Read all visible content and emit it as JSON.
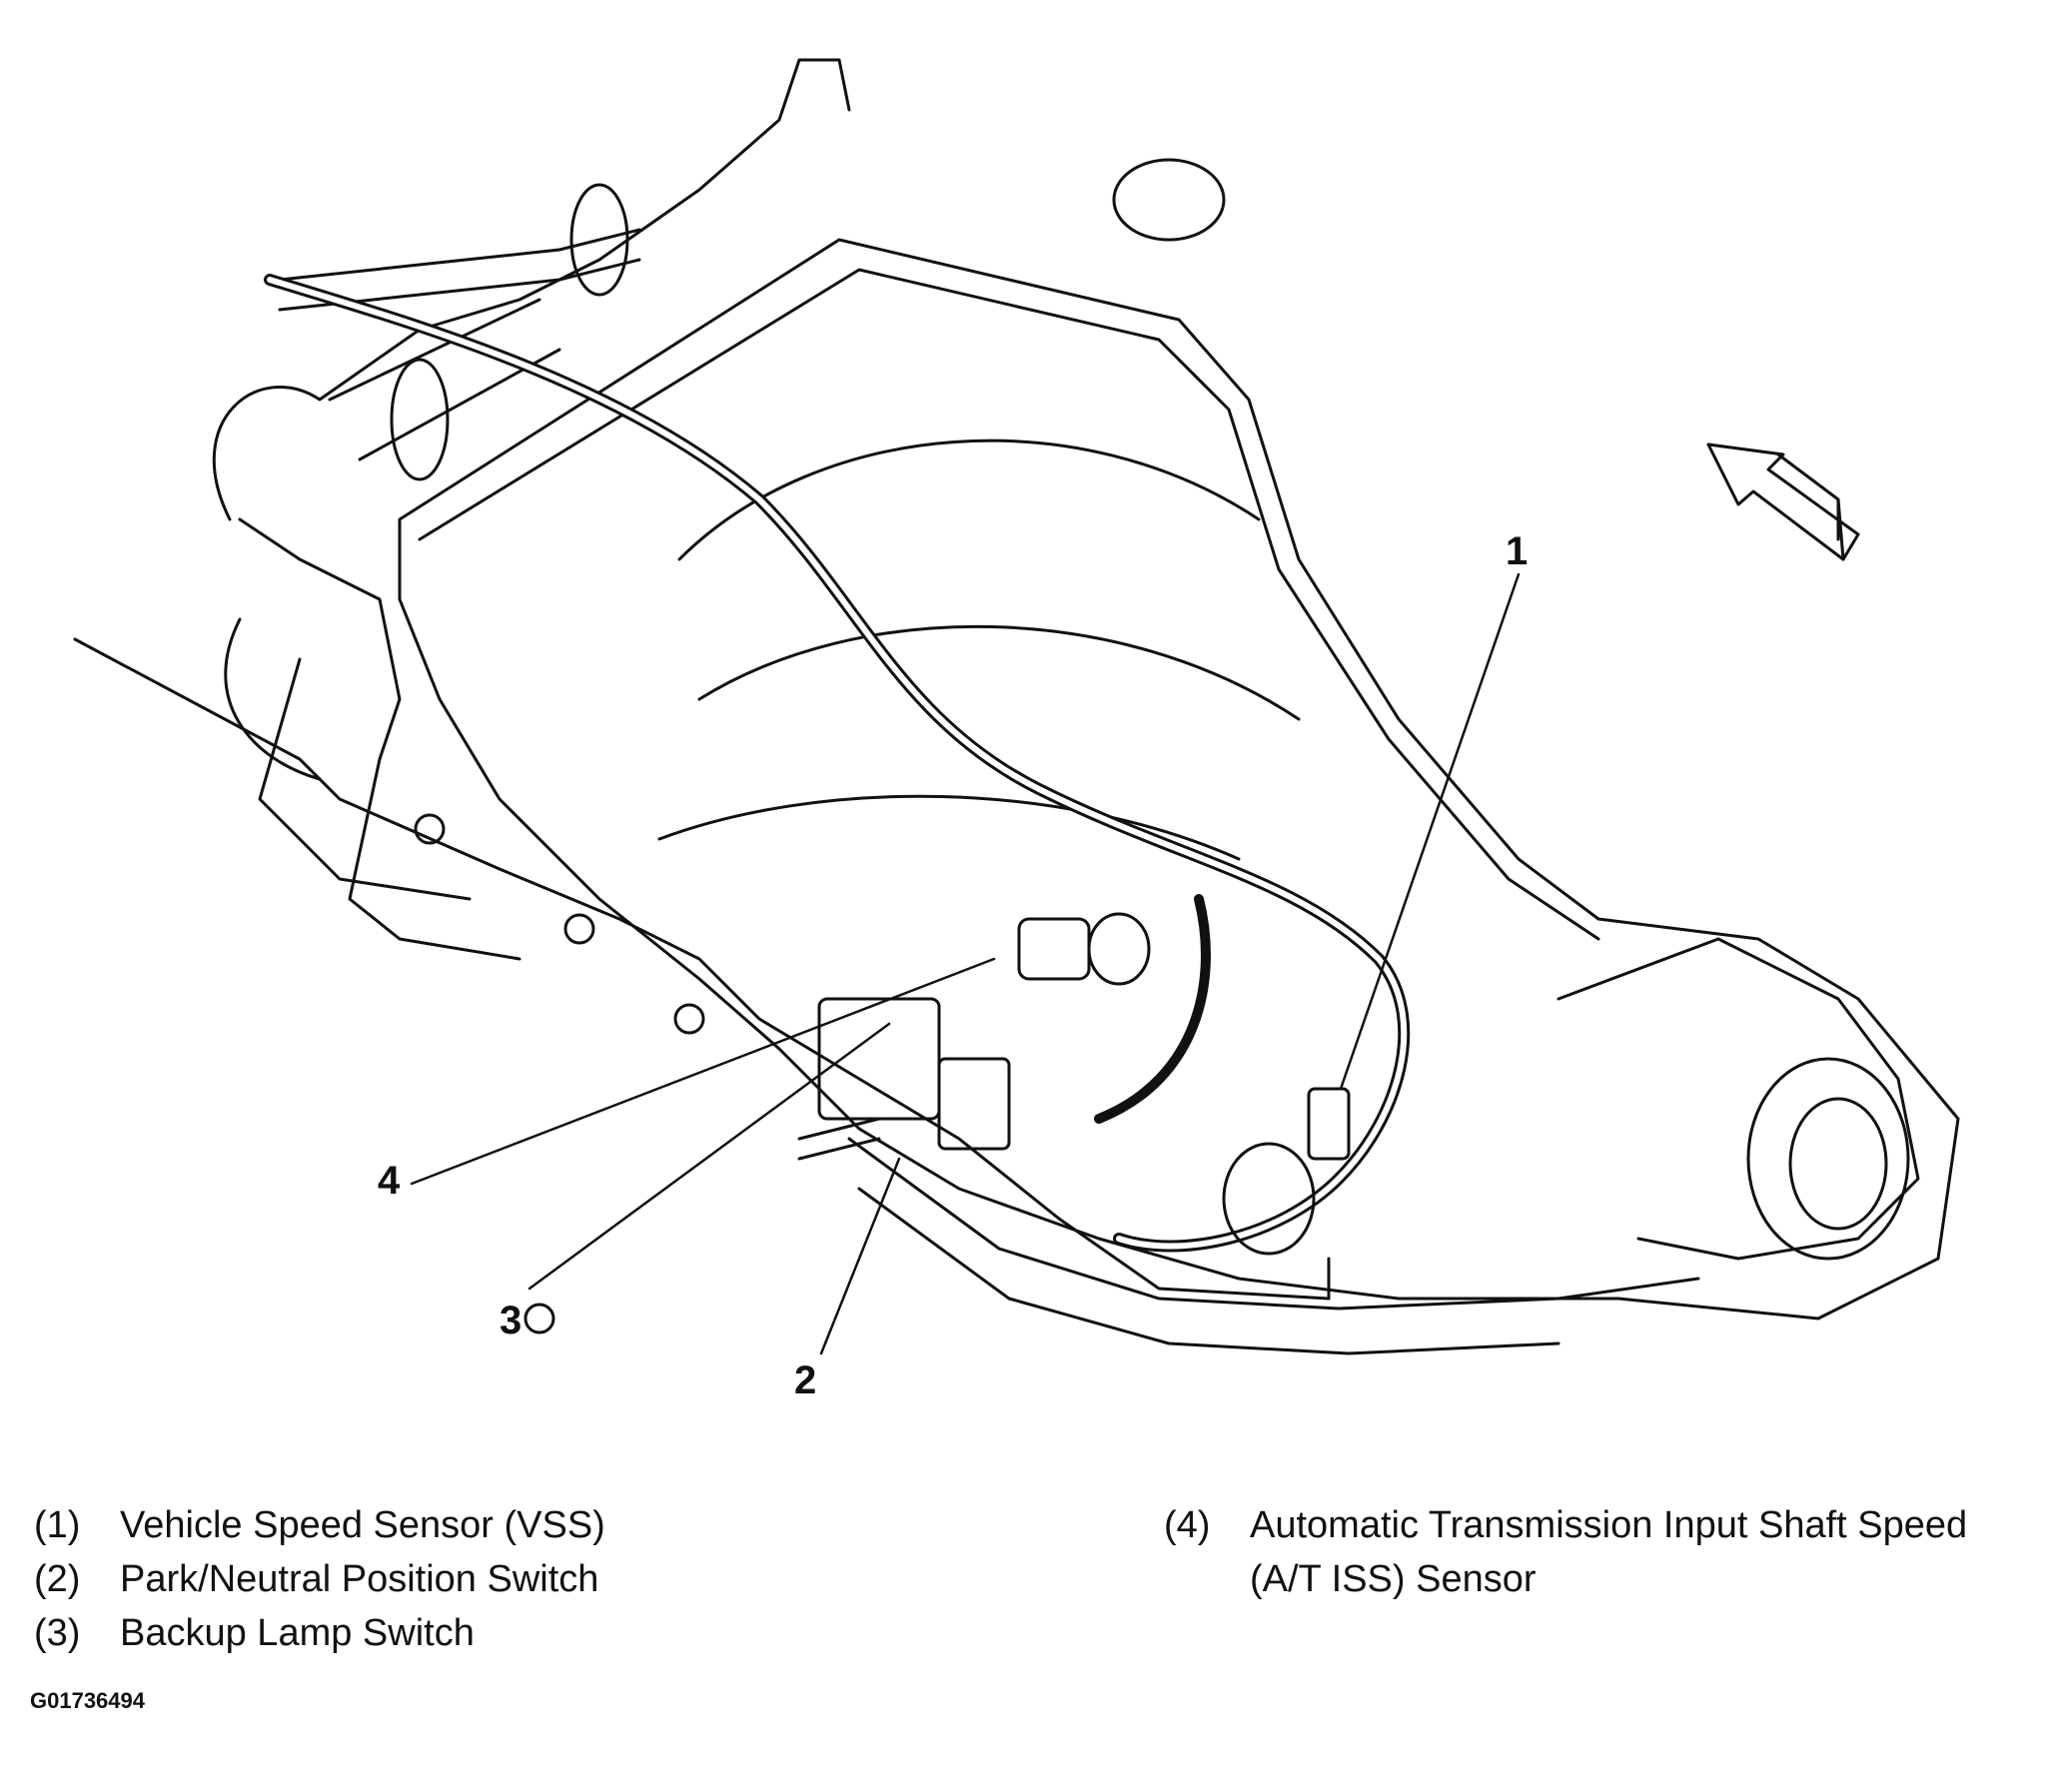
{
  "callouts": {
    "c1": "1",
    "c2": "2",
    "c3": "3",
    "c4": "4"
  },
  "legend": {
    "left": [
      {
        "num": "(1)",
        "text": "Vehicle Speed Sensor (VSS)"
      },
      {
        "num": "(2)",
        "text": "Park/Neutral Position Switch"
      },
      {
        "num": "(3)",
        "text": "Backup Lamp Switch"
      }
    ],
    "right": [
      {
        "num": "(4)",
        "text": "Automatic Transmission Input Shaft Speed"
      },
      {
        "num": "",
        "text": "(A/T ISS) Sensor"
      }
    ]
  },
  "figure_code": "G01736494",
  "colors": {
    "line": "#111111",
    "background": "#ffffff"
  }
}
